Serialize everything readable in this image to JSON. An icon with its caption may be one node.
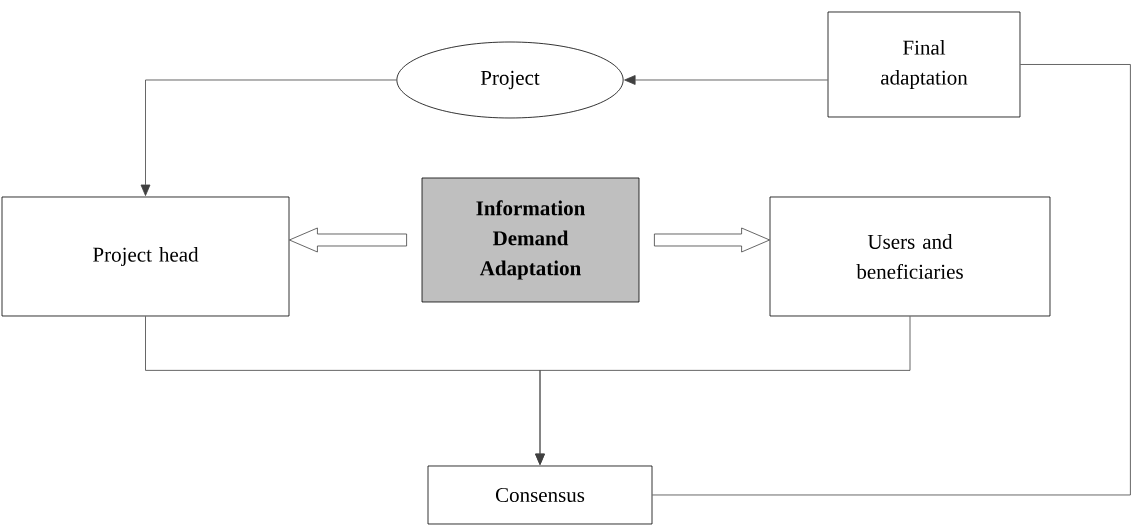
{
  "diagram": {
    "nodes": [
      {
        "text": [
          "Project"
        ]
      },
      {
        "text": [
          "Final adaptation"
        ]
      },
      {
        "text": [
          "Project head"
        ]
      },
      {
        "text": [
          "Information Demand Adaptation"
        ]
      },
      {
        "text": [
          "Users and beneficiaries"
        ]
      },
      {
        "text": [
          "Consensus"
        ]
      }
    ],
    "edges": [
      {
        "from": 1,
        "to": 0,
        "arrow": "to"
      },
      {
        "from": 0,
        "to": 2,
        "arrow": "to"
      },
      {
        "from": 3,
        "to": 2,
        "arrow": "to"
      },
      {
        "from": 3,
        "to": 4,
        "arrow": "to"
      },
      {
        "from": 2,
        "to": 5,
        "arrow": "to"
      },
      {
        "from": 4,
        "to": 5,
        "arrow": "to"
      },
      {
        "from": 5,
        "to": 1,
        "arrow": "none"
      }
    ]
  }
}
